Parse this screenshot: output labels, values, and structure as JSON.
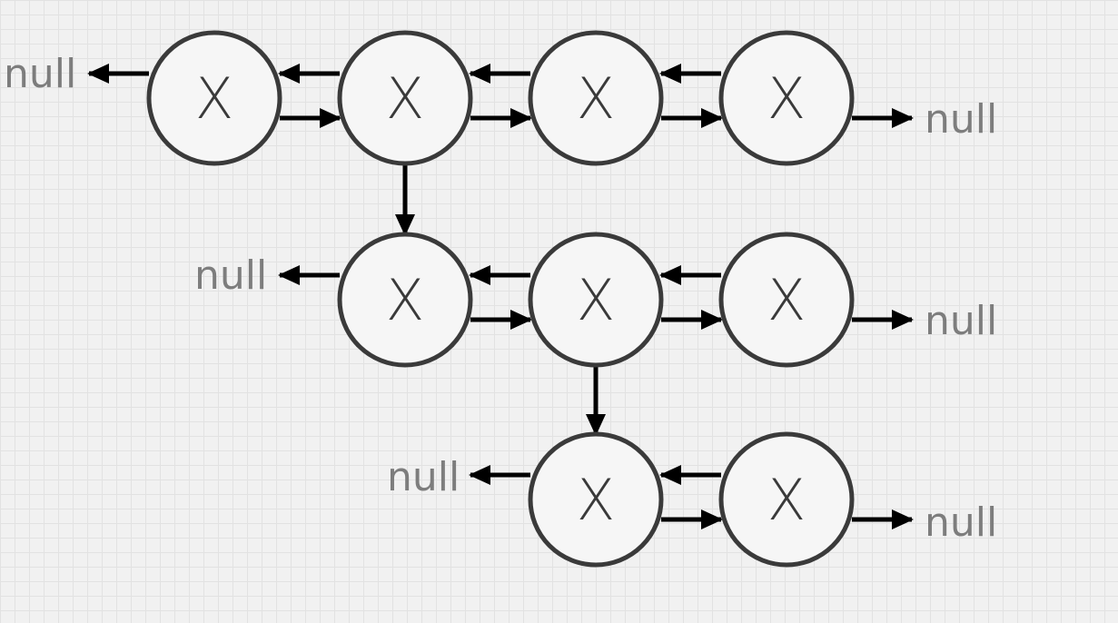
{
  "colors": {
    "background": "#f1f1f1",
    "grid": "#e2e2e2",
    "node_stroke": "#3a3a3a",
    "node_fill": "#f6f6f6",
    "arrow": "#000000",
    "null_text": "#7d7d7d"
  },
  "nodes": [
    {
      "id": "r0c0",
      "label": "X"
    },
    {
      "id": "r0c1",
      "label": "X"
    },
    {
      "id": "r0c2",
      "label": "X"
    },
    {
      "id": "r0c3",
      "label": "X"
    },
    {
      "id": "r1c1",
      "label": "X"
    },
    {
      "id": "r1c2",
      "label": "X"
    },
    {
      "id": "r1c3",
      "label": "X"
    },
    {
      "id": "r2c2",
      "label": "X"
    },
    {
      "id": "r2c3",
      "label": "X"
    }
  ],
  "null_labels": [
    {
      "id": "row0-left",
      "text": "null"
    },
    {
      "id": "row0-right",
      "text": "null"
    },
    {
      "id": "row1-left",
      "text": "null"
    },
    {
      "id": "row1-right",
      "text": "null"
    },
    {
      "id": "row2-left",
      "text": "null"
    },
    {
      "id": "row2-right",
      "text": "null"
    }
  ]
}
